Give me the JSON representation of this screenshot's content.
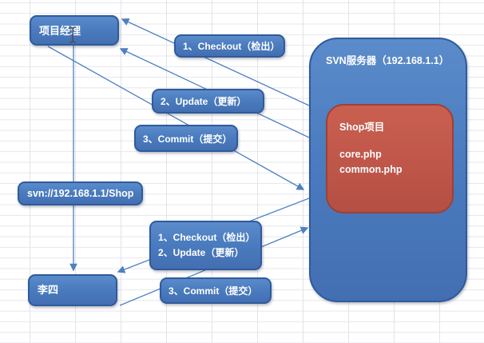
{
  "nodes": {
    "project_manager": {
      "label": "项目经理"
    },
    "li_si": {
      "label": "李四"
    },
    "svn_url": {
      "label": "svn://192.168.1.1/Shop"
    },
    "svn_server": {
      "title": "SVN服务器（192.168.1.1）"
    },
    "shop_project": {
      "title": "Shop项目",
      "files": [
        "core.php",
        "common.php"
      ]
    }
  },
  "labels": {
    "checkout_top": "1、Checkout（检出）",
    "update_top": "2、Update（更新）",
    "commit_top": "3、Commit（提交）",
    "checkout_bottom": "1、Checkout（检出）",
    "update_bottom": "2、Update（更新）",
    "commit_bottom": "3、Commit（提交）"
  },
  "colors": {
    "node_blue": "#4a7cbf",
    "node_border": "#2e5b9c",
    "shop_red": "#bf564a",
    "shop_border": "#a03f34",
    "arrow": "#4f80c0",
    "grid": "#e3e3e9"
  },
  "icons": {
    "cursor": "ibeam-text-cursor"
  }
}
